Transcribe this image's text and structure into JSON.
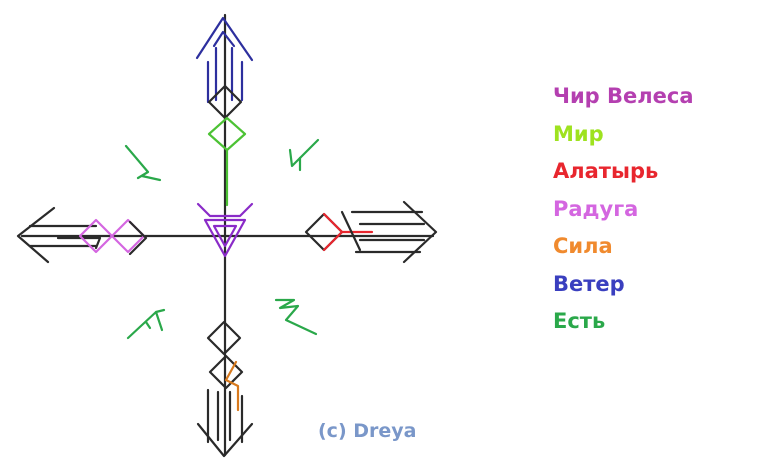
{
  "legend": [
    {
      "label": "Чир Велеса",
      "color": "#b43fb0"
    },
    {
      "label": "Мир",
      "color": "#9ee21f"
    },
    {
      "label": "Алатырь",
      "color": "#e8262e"
    },
    {
      "label": "Радуга",
      "color": "#d466e0"
    },
    {
      "label": "Сила",
      "color": "#f08a2e"
    },
    {
      "label": "Ветер",
      "color": "#3a3fbf"
    },
    {
      "label": "Есть",
      "color": "#2aa84a"
    }
  ],
  "credit": {
    "text": "(c) Dreya",
    "color": "#7a97c9"
  },
  "colors": {
    "base": "#2a2a2a",
    "center": "#8a2bc8",
    "veles": "#b43fb0",
    "mir": "#4cc234",
    "alatyr": "#e8262e",
    "raduga": "#d466e0",
    "sila": "#d87a1e",
    "veter": "#2d2f9e",
    "est": "#2aa84a"
  }
}
